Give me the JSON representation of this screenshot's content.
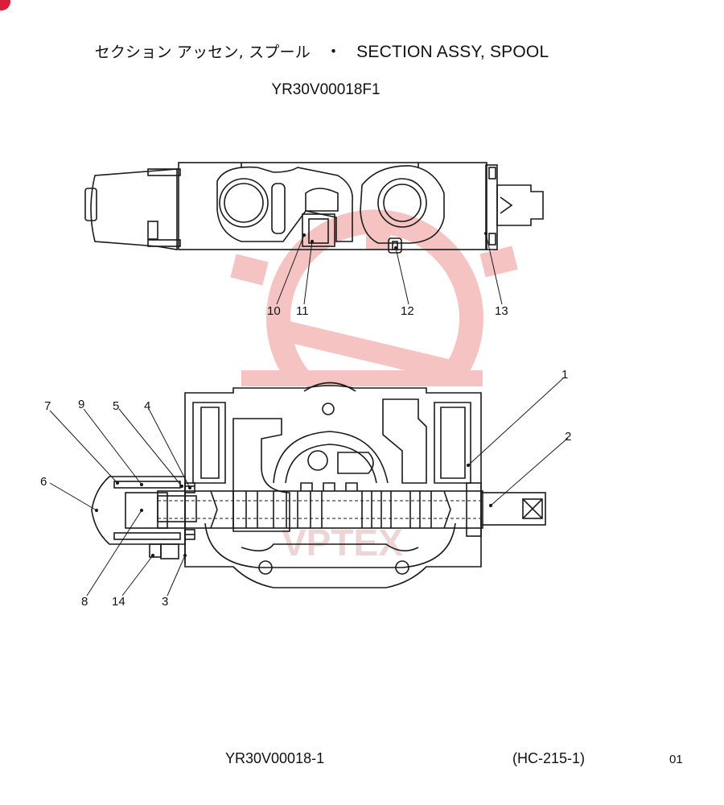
{
  "header": {
    "title_jp": "セクション アッセン, スプール",
    "separator": "・",
    "title_en": "SECTION ASSY, SPOOL",
    "drawing_number": "YR30V00018F1"
  },
  "callouts": {
    "c1": "1",
    "c2": "2",
    "c3": "3",
    "c4": "4",
    "c5": "5",
    "c6": "6",
    "c7": "7",
    "c8": "8",
    "c9": "9",
    "c10": "10",
    "c11": "11",
    "c12": "12",
    "c13": "13",
    "c14": "14"
  },
  "footer": {
    "code": "YR30V00018-1",
    "reference": "(HC-215-1)",
    "page": "01"
  },
  "colors": {
    "line": "#1a1a1a",
    "watermark": "#f0a6a6",
    "badge": "#d81e3a"
  }
}
